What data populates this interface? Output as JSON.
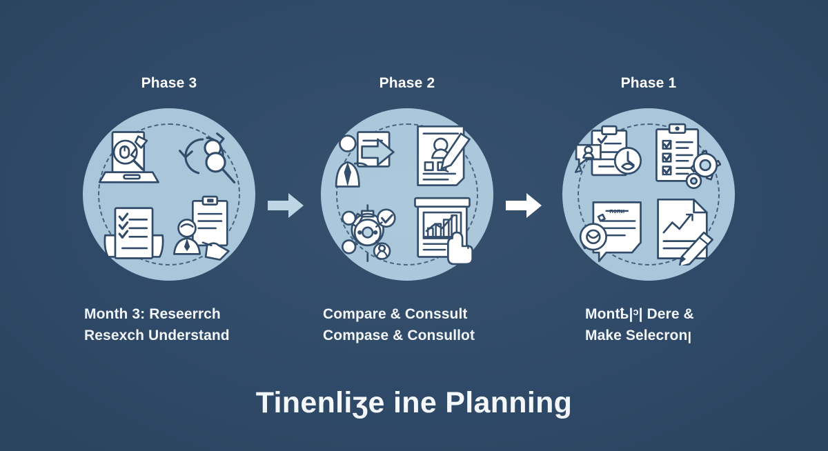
{
  "poster": {
    "background_color": "#2f4a68",
    "circle_color": "#a9c6da",
    "icon_stroke_color": "#2f4a68",
    "text_color": "#f4f7fa",
    "title": "Tinenliӡe ine Planning"
  },
  "phases": [
    {
      "label": "Phase 3",
      "caption_line1": "Month 3: Reseerrch",
      "caption_line2": "Resexch Understand",
      "icons": [
        "laptop-search-icon",
        "refresh-person-magnifier-icon",
        "checklist-hands-icon",
        "person-clipboard-pointer-icon"
      ]
    },
    {
      "label": "Phase 2",
      "caption_line1": "Compare & Conssult",
      "caption_line2": "Compase & Consullot",
      "icons": [
        "presenter-arrow-icon",
        "profile-document-pen-icon",
        "network-gear-check-icon",
        "chart-board-hand-icon"
      ]
    },
    {
      "label": "Phase 1",
      "caption_line1": "Montҍ|ᵓ| Dere &",
      "caption_line2": "Make Selecronꞁ",
      "icons": [
        "clipboard-person-clock-icon",
        "checklist-gears-icon",
        "speech-document-gear-icon",
        "chart-document-pencil-icon"
      ]
    }
  ],
  "arrows": [
    {
      "name": "arrow-phase3-to-phase2",
      "direction": "right",
      "color": "#bcd4e4"
    },
    {
      "name": "arrow-phase2-to-phase1",
      "direction": "right",
      "color": "#ffffff"
    }
  ]
}
